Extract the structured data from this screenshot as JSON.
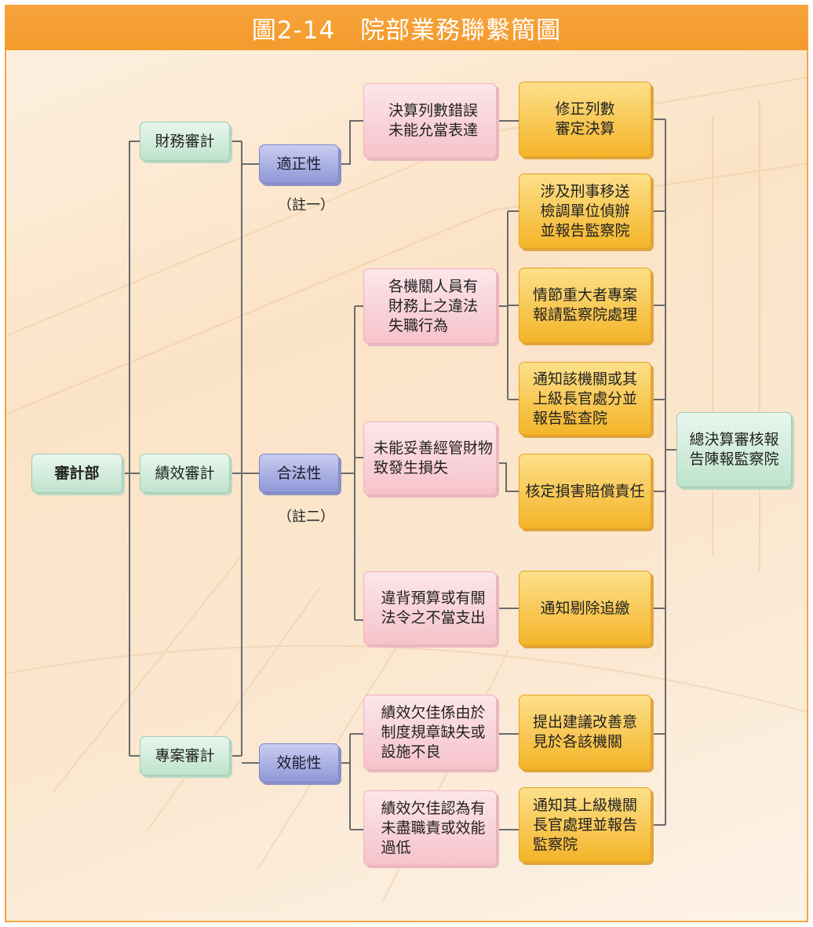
{
  "title": "圖2-14　院部業務聯繫簡圖",
  "root": "審計部",
  "audits": [
    "財務審計",
    "績效審計",
    "專案審計"
  ],
  "categories": [
    "適正性",
    "合法性",
    "效能性"
  ],
  "notes": [
    "（註一）",
    "（註二）"
  ],
  "conditions": [
    "決算列數錯誤\n未能允當表達",
    "各機關人員有\n財務上之違法\n失職行為",
    "未能妥善經管財物\n致發生損失",
    "違背預算或有關\n法令之不當支出",
    "績效欠佳係由於\n制度規章缺失或\n設施不良",
    "績效欠佳認為有\n未盡職責或效能\n過低"
  ],
  "actions": [
    "修正列數\n審定決算",
    "涉及刑事移送\n檢調單位偵辦\n並報告監察院",
    "情節重大者專案\n報請監察院處理",
    "通知該機關或其\n上級長官處分並\n報告監查院",
    "核定損害賠償責任",
    "通知剔除追繳",
    "提出建議改善意\n見於各該機關",
    "通知其上級機關\n長官處理並報告\n監察院"
  ],
  "final": "總決算審核報\n告陳報監察院",
  "colors": {
    "title_bar": "#f39a2c",
    "frame": "#f2a64a",
    "line": "#6b6b6b"
  }
}
